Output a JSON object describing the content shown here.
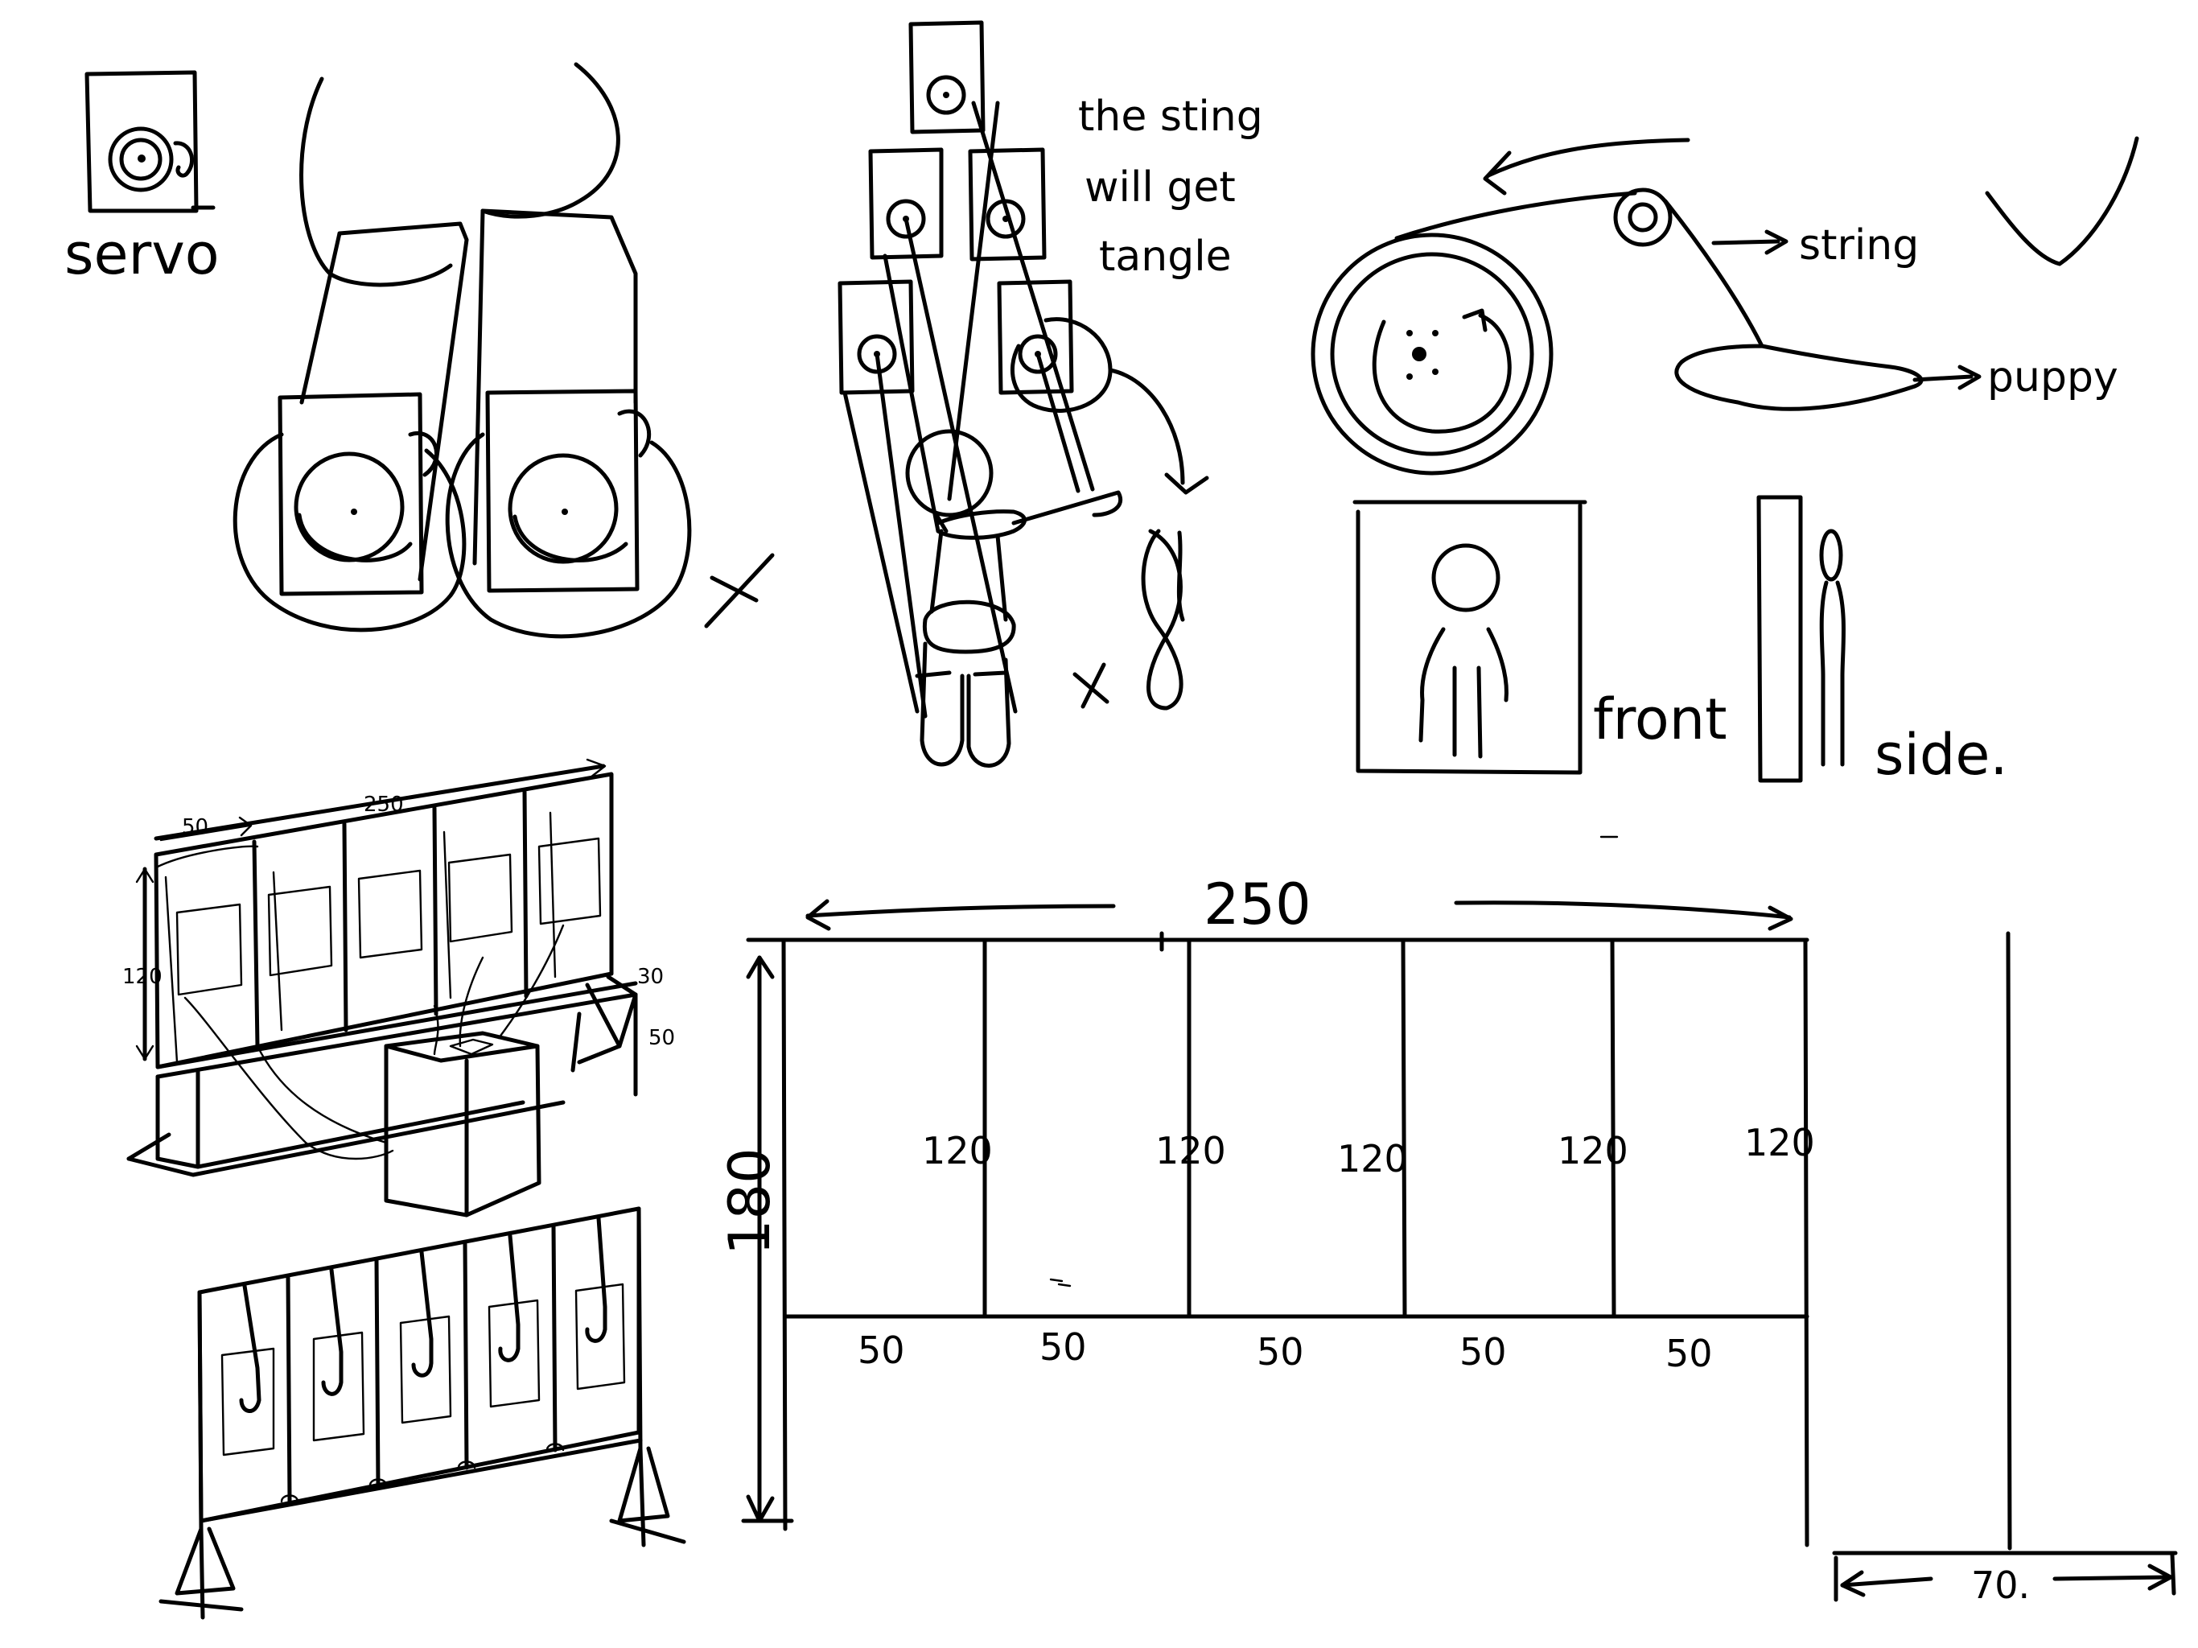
{
  "labels": {
    "servo": "servo",
    "string_note_1": "the sting",
    "string_note_2": "will get",
    "string_note_3": "tangle",
    "string": "string",
    "puppy": "puppy",
    "front": "front",
    "side": "side.",
    "x_mark_1": "X",
    "x_mark_2": "X"
  },
  "perspective_dims": {
    "panel_width": "50",
    "total_width": "250",
    "height": "120",
    "depth": "30",
    "shelf_height": "50"
  },
  "front_view_dims": {
    "total_width": "250",
    "total_height": "180",
    "panel_heights": [
      "120",
      "120",
      "120",
      "120",
      "120"
    ],
    "panel_widths": [
      "50",
      "50",
      "50",
      "50",
      "50"
    ]
  },
  "side_view_dims": {
    "depth": "70."
  }
}
